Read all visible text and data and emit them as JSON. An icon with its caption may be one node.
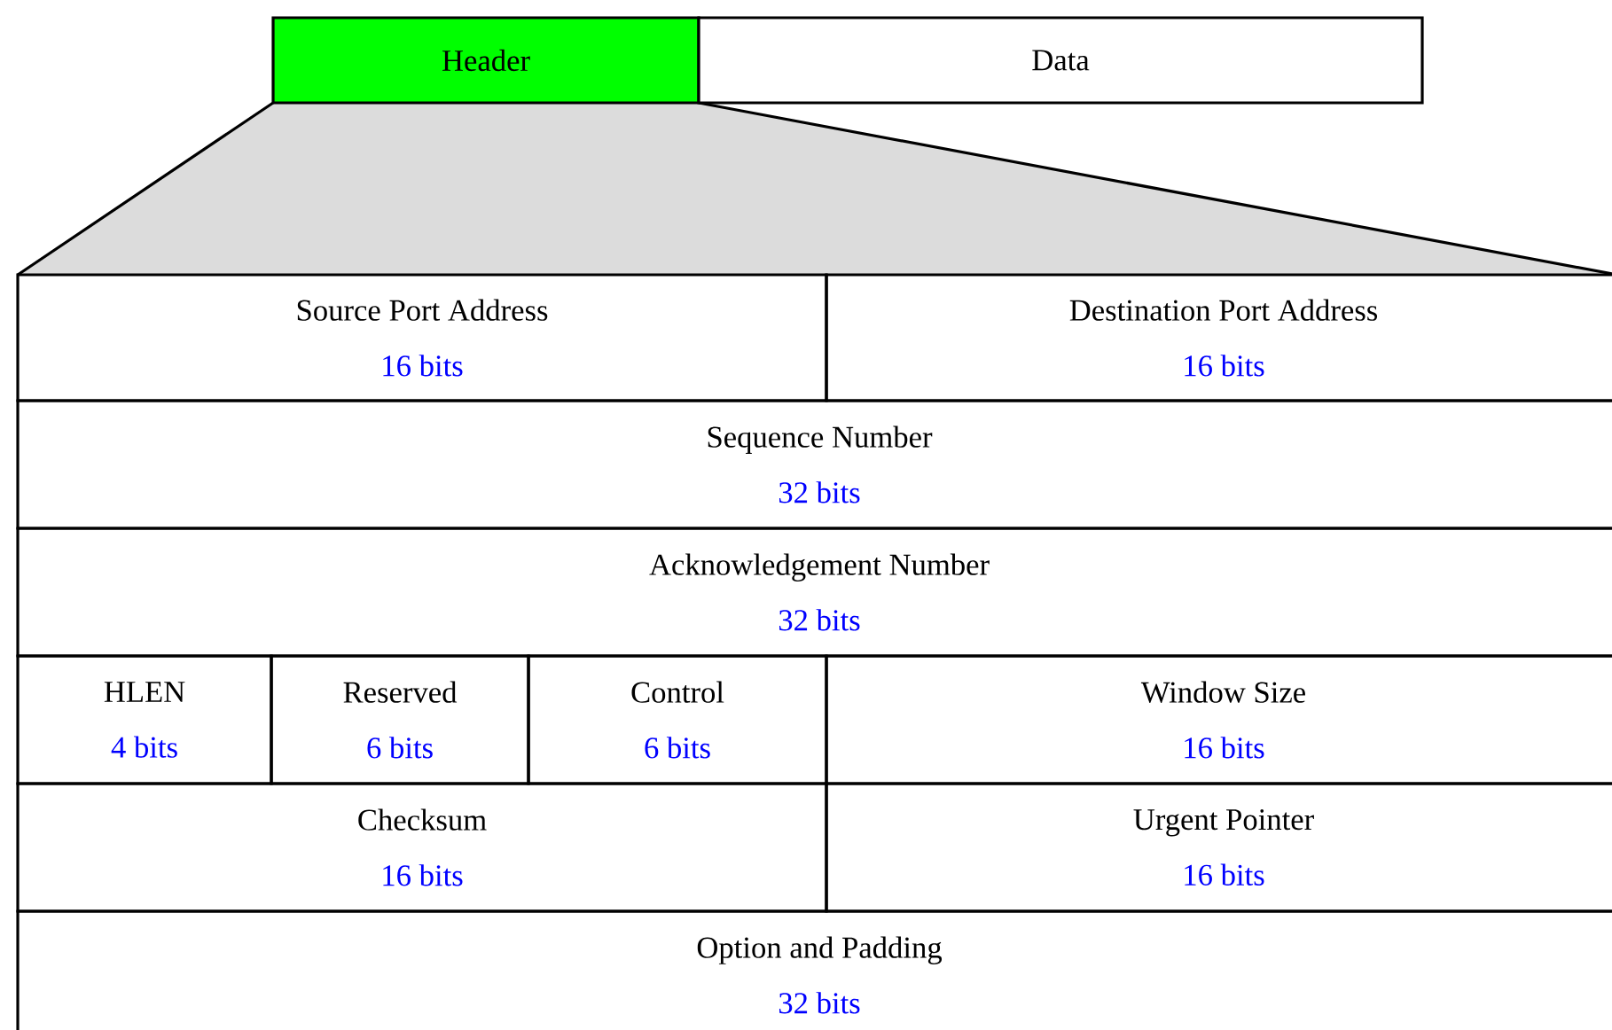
{
  "diagram": {
    "nodes": [
      {
        "text": [
          "Header"
        ]
      },
      {
        "text": [
          "Data"
        ]
      },
      {
        "text": [
          "Source Port Address",
          "16 bits"
        ]
      },
      {
        "text": [
          "Destination Port Address",
          "16 bits"
        ]
      },
      {
        "text": [
          "Sequence Number",
          "32 bits"
        ]
      },
      {
        "text": [
          "Acknowledgement Number",
          "32 bits"
        ]
      },
      {
        "text": [
          "HLEN",
          "4 bits"
        ]
      },
      {
        "text": [
          "Reserved",
          "6 bits"
        ]
      },
      {
        "text": [
          "Control",
          "6 bits"
        ]
      },
      {
        "text": [
          "Window Size",
          "16 bits"
        ]
      },
      {
        "text": [
          "Checksum",
          "16 bits"
        ]
      },
      {
        "text": [
          "Urgent Pointer",
          "16 bits"
        ]
      },
      {
        "text": [
          "Option and Padding",
          "32 bits"
        ]
      }
    ]
  }
}
